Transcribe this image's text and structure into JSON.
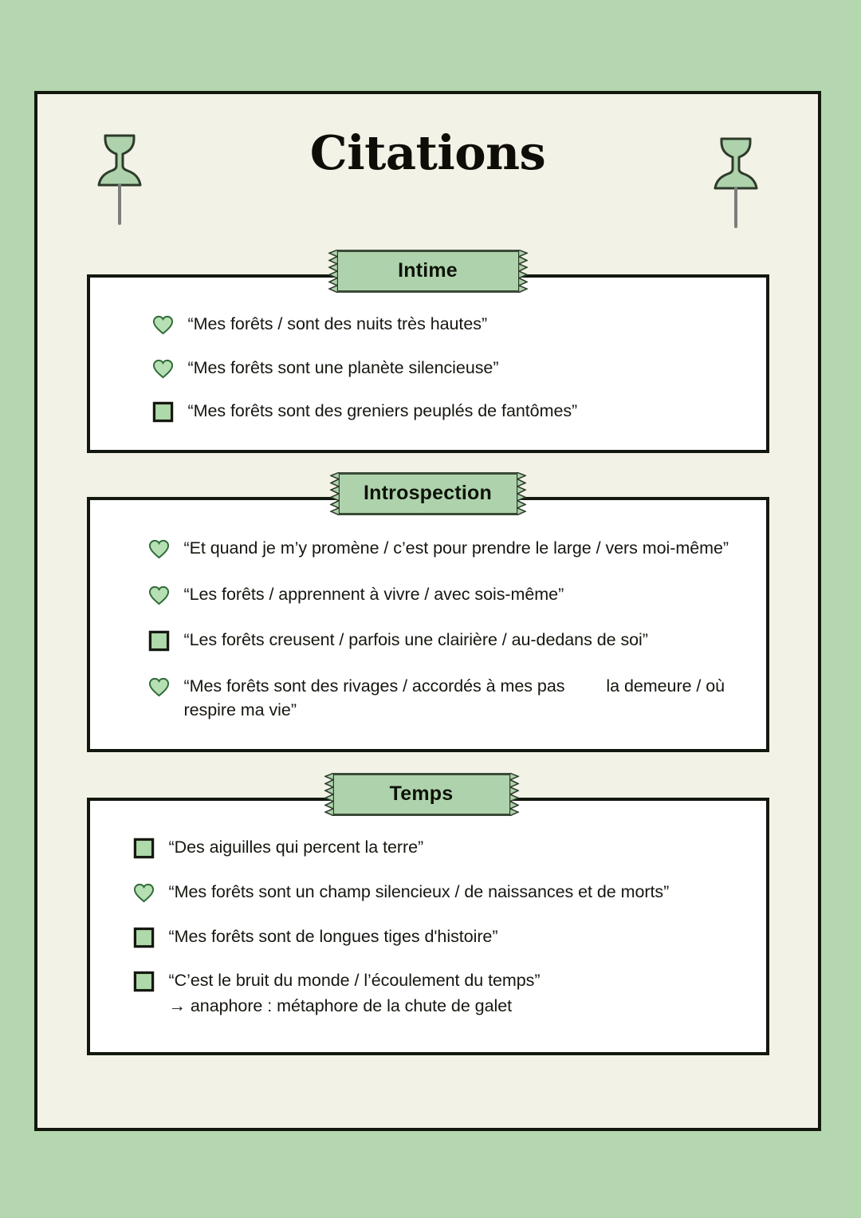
{
  "page": {
    "title": "Citations",
    "background_color": "#b5d7b0",
    "card_color": "#f2f2e6",
    "accent_color": "#aed3ac",
    "border_color": "#13180f"
  },
  "pins": [
    {
      "name": "pushpin-left"
    },
    {
      "name": "pushpin-right"
    }
  ],
  "sections": [
    {
      "id": "intime",
      "banner": "Intime",
      "items": [
        {
          "marker": "heart",
          "text": "“Mes forêts / sont des nuits très hautes”"
        },
        {
          "marker": "heart",
          "text": "“Mes forêts sont une planète silencieuse”"
        },
        {
          "marker": "square",
          "text": "“Mes forêts sont des greniers peuplés de fantômes”"
        }
      ]
    },
    {
      "id": "introspection",
      "banner": "Introspection",
      "items": [
        {
          "marker": "heart",
          "text": "“Et quand je m’y promène / c’est pour prendre le large / vers moi-même”"
        },
        {
          "marker": "heart",
          "text": "“Les forêts / apprennent à vivre / avec sois-même”"
        },
        {
          "marker": "square",
          "text": "“Les forêts creusent / parfois une clairière / au-dedans de soi”"
        },
        {
          "marker": "heart",
          "text_part1": "“Mes forêts sont des rivages / accordés à mes pas",
          "text_part2": "la demeure / où respire ma vie”"
        }
      ]
    },
    {
      "id": "temps",
      "banner": "Temps",
      "items": [
        {
          "marker": "square",
          "text": "“Des aiguilles qui percent la terre”"
        },
        {
          "marker": "heart",
          "text": "“Mes forêts sont un champ silencieux / de naissances et de morts”"
        },
        {
          "marker": "square",
          "text": "“Mes forêts sont de longues tiges d'histoire”"
        },
        {
          "marker": "square",
          "text": "“C’est le bruit du monde / l’écoulement du temps”",
          "note": "→ anaphore : métaphore de la chute de galet"
        }
      ]
    }
  ]
}
